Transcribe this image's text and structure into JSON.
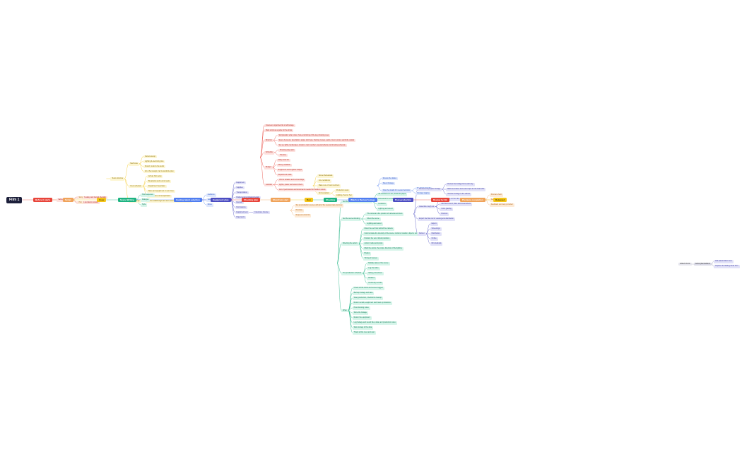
{
  "colors": {
    "red": "#e8443a",
    "orange": "#f0a35a",
    "yellow": "#f5c518",
    "green": "#1db381",
    "blue": "#4f7df0",
    "indigo": "#4b4cc2",
    "purple": "#7450c9",
    "root": "#1c1f3a"
  },
  "root": {
    "label": "Film 1"
  },
  "stages": [
    {
      "label": "Before it starts",
      "color": "red",
      "children": [
        {
          "label": "Safety guidelines",
          "children": [
            {
              "label": "Start with safety and hazard checklist"
            },
            {
              "label": "Fire exit and alarm location"
            }
          ]
        }
      ]
    },
    {
      "label": "Script",
      "color": "orange",
      "children": [
        {
          "label": "Story"
        },
        {
          "label": "Plot"
        }
      ]
    },
    {
      "label": "Crew",
      "color": "yellow",
      "children": [
        {
          "label": "Team structure",
          "children": [
            {
              "label": "Staff roles",
              "children": [
                {
                  "label": "Camera setup"
                },
                {
                  "label": "Lighting & electricity plan"
                },
                {
                  "label": "Sound, music & the audio"
                },
                {
                  "label": "Art & Set design, hair & wardrobe plan"
                }
              ]
            },
            {
              "label": "Crew schedule",
              "children": [
                {
                  "label": "Arrival, first setup"
                },
                {
                  "label": "Break plan and rest & meals"
                },
                {
                  "label": "Department head plan"
                },
                {
                  "label": "Store and equipment on set times"
                },
                {
                  "label": "Maintenance & transportation"
                }
              ]
            },
            {
              "label": "Walkthrough",
              "children": [
                {
                  "label": "On-time walkthrough and tour around the set and locations"
                }
              ]
            }
          ]
        }
      ]
    },
    {
      "label": "Scene Writing",
      "color": "green",
      "children": [
        {
          "label": "Shot sequence"
        },
        {
          "label": "Dialogue"
        },
        {
          "label": "Style"
        }
      ]
    },
    {
      "label": "Casting talent selection",
      "color": "blue",
      "children": [
        {
          "label": "Auditions"
        },
        {
          "label": "Selection"
        },
        {
          "label": "Roles"
        }
      ]
    },
    {
      "label": "Equipment plan",
      "color": "indigo",
      "children": [
        {
          "label": "Equipment"
        },
        {
          "label": "Supplies"
        },
        {
          "label": "Transportation"
        },
        {
          "label": "Budget and purchasing details"
        },
        {
          "label": "Rentals"
        },
        {
          "label": "Permissions"
        },
        {
          "label": "Equipment test",
          "children": [
            {
              "label": "Insurance, license"
            }
          ]
        },
        {
          "label": "Paperwork"
        }
      ]
    },
    {
      "label": "Shooting plan",
      "color": "red",
      "children": [
        {
          "label": "Create an organized list of all footage"
        },
        {
          "label": "Mark script as a guide for the shots"
        },
        {
          "label": "Shot list",
          "children": [
            {
              "label": "Storyboards: what, when, how, and timing of the key shooting cues"
            },
            {
              "label": "Scene by scene: description, angle, shot type, framing, lenses, audio, music, props, wardrobe details"
            },
            {
              "label": "Set up, lights, landscapes, location, cast members, special effects and shooting schedule"
            }
          ]
        },
        {
          "label": "Schedule",
          "children": [
            {
              "label": "Shooting days plan"
            },
            {
              "label": "Timeline"
            }
          ]
        },
        {
          "label": "Budget",
          "children": [
            {
              "label": "Daily costs list"
            },
            {
              "label": "Money available"
            },
            {
              "label": "Equipment and supplies budget"
            },
            {
              "label": "Department totals"
            }
          ]
        },
        {
          "label": "Location",
          "children": [
            {
              "label": "Visit to location and surroundings"
            },
            {
              "label": "Lights, power and sound check"
            },
            {
              "label": "List of permissions and documents needed for location scouts"
            }
          ]
        }
      ]
    },
    {
      "label": "Shot-from start",
      "color": "orange",
      "children": [
        {
          "label": "Set up production scenes with all of the needed cast and crew"
        },
        {
          "label": "Prioritize"
        },
        {
          "label": "Request a shot list"
        }
      ]
    },
    {
      "label": "Run",
      "color": "yellow",
      "children": [
        {
          "label": "Scene Rehearsals"
        },
        {
          "label": "Line recitations"
        },
        {
          "label": "Make sure of cast members"
        },
        {
          "label": "Unit Locations",
          "children": [
            {
              "label": "Production team"
            },
            {
              "label": "Lighting, Sound, Set"
            }
          ]
        }
      ]
    },
    {
      "label": "Shooting",
      "color": "green",
      "children": [
        {
          "label": "Set the production scene with the cast",
          "children": [
            {
              "label": "All members on set, check the props"
            },
            {
              "label": "Rehearsal for scenes"
            },
            {
              "label": "Locations"
            },
            {
              "label": "Lighting and sound"
            }
          ]
        },
        {
          "label": "Set the scene shooting",
          "children": [
            {
              "label": "The camera & the position of cameras and lens"
            },
            {
              "label": "Shoot the scene"
            },
            {
              "label": "Lighting and sound"
            }
          ]
        },
        {
          "label": "Directing the actors",
          "children": [
            {
              "label": "Direct the set from behind the camera"
            },
            {
              "label": "Communicate the intensity of the scene, motions, location, objects, etc."
            },
            {
              "label": "Position the set & tripod positions"
            },
            {
              "label": "Actors' marks and props"
            },
            {
              "label": "Mark the actors, the props, direction of the lighting"
            },
            {
              "label": "Breaks"
            },
            {
              "label": "Timing of scenes"
            }
          ]
        },
        {
          "label": "The production schedule",
          "children": [
            {
              "label": "Multiple takes of the scene"
            },
            {
              "label": "Log the takes"
            },
            {
              "label": "Safety procedures"
            },
            {
              "label": "Retakes"
            },
            {
              "label": "Continuity records"
            }
          ]
        },
        {
          "label": "Wrap",
          "children": [
            {
              "label": "Check all the shots and scenes logged"
            },
            {
              "label": "Backup footage and data"
            },
            {
              "label": "Wrap production, checklist & cleanup"
            },
            {
              "label": "Return rentals, equipment and clean up locations"
            },
            {
              "label": "Post shooting notes"
            },
            {
              "label": "Store the footage"
            },
            {
              "label": "Return the equipment"
            },
            {
              "label": "Log footage and sound files, data, and production notes"
            },
            {
              "label": "Safe storage of the data"
            },
            {
              "label": "Thank all the crew and cast"
            }
          ]
        }
      ]
    },
    {
      "label": "Watch & Review footage",
      "color": "blue",
      "children": [
        {
          "label": "Review the dailies"
        },
        {
          "label": "Select footage"
        },
        {
          "label": "Note the details for needed reshoots",
          "children": [
            {
              "label": "Re-shoot and edit"
            },
            {
              "label": "Footage logging"
            }
          ]
        }
      ]
    },
    {
      "label": "Post-production",
      "color": "indigo",
      "children": [
        {
          "label": "Review and prepare footage",
          "children": [
            {
              "label": "Review the footage from each day"
            },
            {
              "label": "Mark best takes and select clips for the final edits"
            },
            {
              "label": "Transfer footage to the editors"
            }
          ]
        },
        {
          "label": "Assemble rough cut",
          "children": [
            {
              "label": "Edit the first cut from the best footage and add the music"
            },
            {
              "label": "Add final sound, titles and visual effects"
            },
            {
              "label": "Color grading"
            },
            {
              "label": "Final cut"
            }
          ]
        },
        {
          "label": "Export the final cut for viewing and distribution"
        },
        {
          "label": "Deliver",
          "children": [
            {
              "label": "Export"
            },
            {
              "label": "Screenings"
            },
            {
              "label": "Distribution"
            },
            {
              "label": "Online"
            },
            {
              "label": "Film festivals"
            }
          ]
        }
      ]
    },
    {
      "label": "Review by QA",
      "color": "red",
      "children": []
    },
    {
      "label": "Premiere completion",
      "color": "orange",
      "children": [
        {
          "label": "Premiere held"
        },
        {
          "label": "Feedback received"
        },
        {
          "label": "Feedback summary provided"
        }
      ]
    },
    {
      "label": "Released",
      "color": "yellow",
      "children": []
    }
  ],
  "floating": {
    "label": "Added shoots",
    "child": {
      "label": "Action placeholders",
      "children": [
        {
          "label": "Add placeholders here"
        },
        {
          "label": "Capture the floating ideas here"
        }
      ]
    }
  }
}
